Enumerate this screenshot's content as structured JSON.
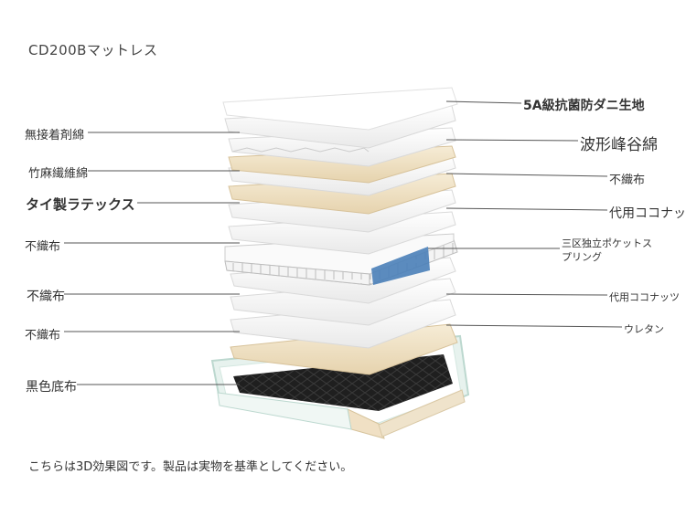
{
  "title": "CD200Bマットレス",
  "footer": "こちらは3D効果図です。製品は実物を基準としてください。",
  "labels": {
    "left_1": "無接着剤綿",
    "left_2": "竹麻繊維綿",
    "left_3": "タイ製ラテックス",
    "left_4": "不織布",
    "left_5": "不織布",
    "left_6": "不織布",
    "left_7": "黒色底布",
    "right_1": "5A級抗菌防ダニ生地",
    "right_2": "波形峰谷綿",
    "right_3": "不織布",
    "right_4": "代用ココナッ",
    "right_5a": "三区独立ポケットス",
    "right_5b": "プリング",
    "right_6": "代用ココナッツ",
    "right_7": "ウレタン"
  },
  "colors": {
    "fabric": "#f3f3f3",
    "fabric_edge": "#d9d9d9",
    "latex": "#f0e3c8",
    "latex_edge": "#d8c7a0",
    "spring_blue": "#4a7fb8",
    "base_black": "#1e1e1e",
    "frame_green": "#cfe6df"
  }
}
